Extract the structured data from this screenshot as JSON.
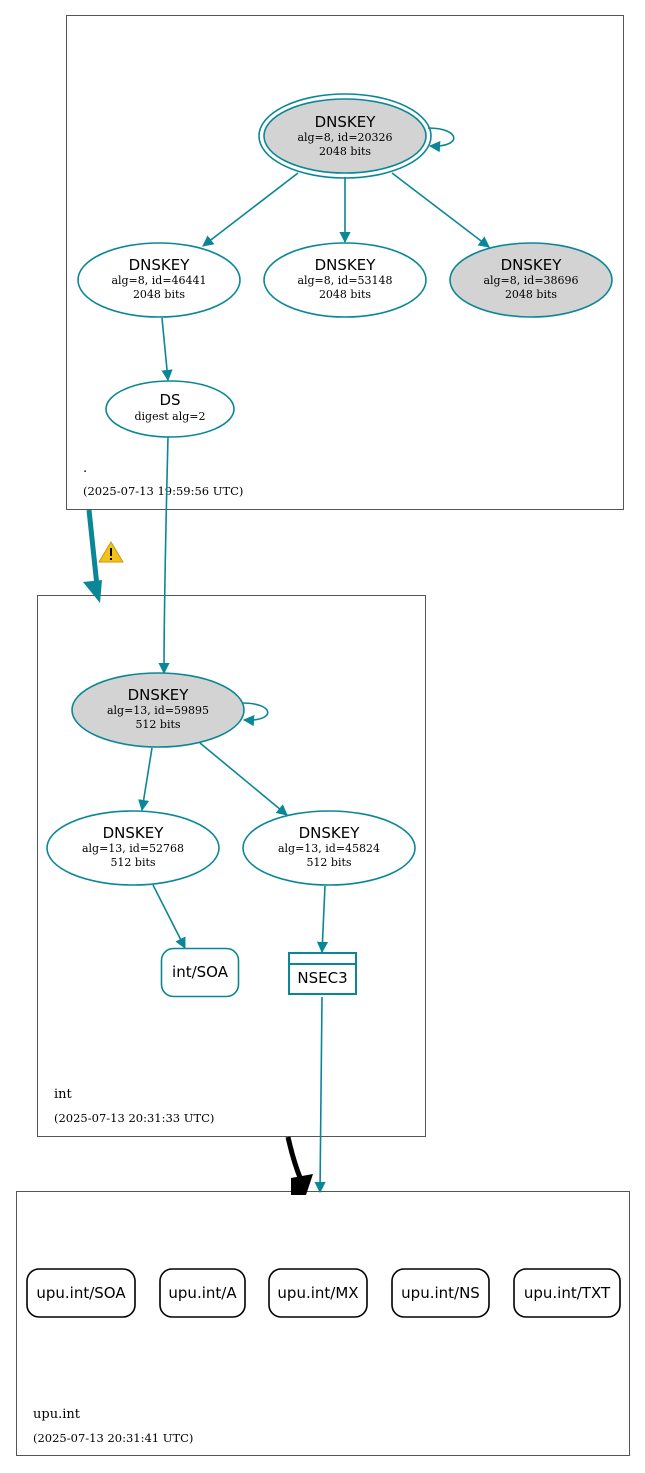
{
  "colors": {
    "edge": "#0a8796",
    "ksk_fill": "#d3d3d3",
    "zone_border": "#555555",
    "warning": "#f2c21b",
    "delegation_insecure": "#000000"
  },
  "zones": {
    "root": {
      "name": ".",
      "timestamp": "(2025-07-13 19:59:56 UTC)"
    },
    "int": {
      "name": "int",
      "timestamp": "(2025-07-13 20:31:33 UTC)"
    },
    "upu": {
      "name": "upu.int",
      "timestamp": "(2025-07-13 20:31:41 UTC)"
    }
  },
  "nodes": {
    "root_ksk": {
      "title": "DNSKEY",
      "alg": "alg=8, id=20326",
      "bits": "2048 bits"
    },
    "root_k1": {
      "title": "DNSKEY",
      "alg": "alg=8, id=46441",
      "bits": "2048 bits"
    },
    "root_k2": {
      "title": "DNSKEY",
      "alg": "alg=8, id=53148",
      "bits": "2048 bits"
    },
    "root_k3": {
      "title": "DNSKEY",
      "alg": "alg=8, id=38696",
      "bits": "2048 bits"
    },
    "root_ds": {
      "title": "DS",
      "detail": "digest alg=2"
    },
    "int_ksk": {
      "title": "DNSKEY",
      "alg": "alg=13, id=59895",
      "bits": "512 bits"
    },
    "int_k1": {
      "title": "DNSKEY",
      "alg": "alg=13, id=52768",
      "bits": "512 bits"
    },
    "int_k2": {
      "title": "DNSKEY",
      "alg": "alg=13, id=45824",
      "bits": "512 bits"
    },
    "int_soa": {
      "label": "int/SOA"
    },
    "int_nsec3": {
      "label": "NSEC3"
    }
  },
  "records": [
    "upu.int/SOA",
    "upu.int/A",
    "upu.int/MX",
    "upu.int/NS",
    "upu.int/TXT"
  ],
  "icons": {
    "delegation_warning": "warning-triangle-icon"
  }
}
